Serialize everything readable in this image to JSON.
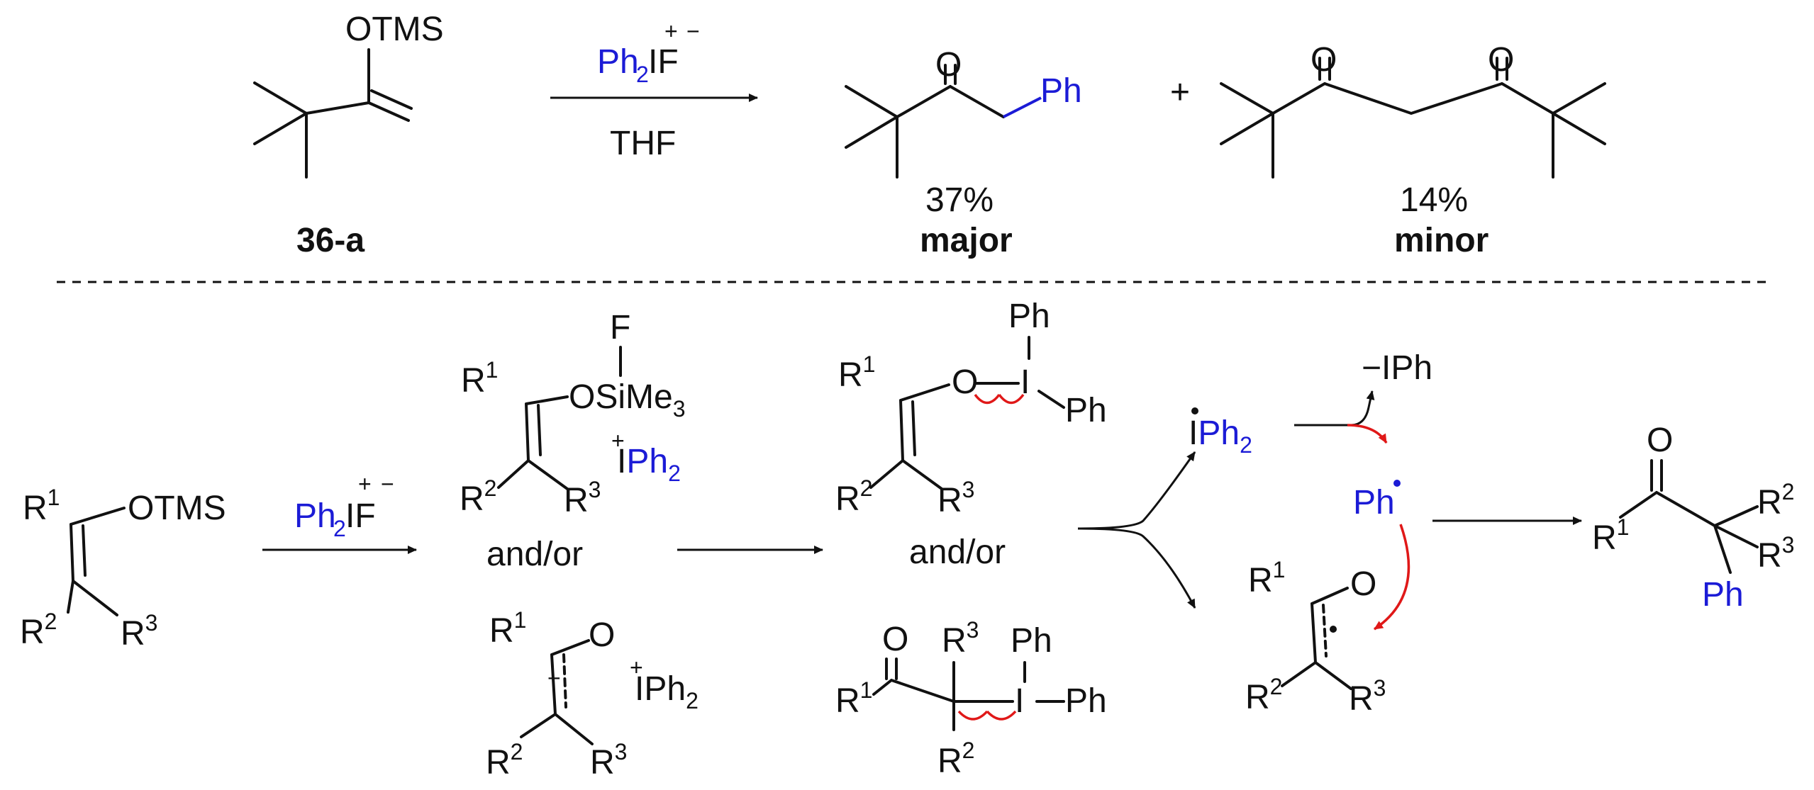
{
  "top": {
    "reactant_group": "OTMS",
    "reagent_ph2": "Ph",
    "reagent_sub2": "2",
    "reagent_if": "IF",
    "reagent_plus": "+",
    "reagent_minus": "−",
    "solvent": "THF",
    "reactant_label": "36-a",
    "major_ph": "Ph",
    "major_o": "O",
    "major_yield": "37%",
    "major_label": "major",
    "plus_sign": "+",
    "minor_o1": "O",
    "minor_o2": "O",
    "minor_yield": "14%",
    "minor_label": "minor"
  },
  "mech": {
    "start_r1": "R",
    "start_r1_sup": "1",
    "start_otms": "OTMS",
    "start_r2": "R",
    "start_r2_sup": "2",
    "start_r3": "R",
    "start_r3_sup": "3",
    "reagent_ph2": "Ph",
    "reagent_sub2": "2",
    "reagent_if": "IF",
    "reagent_plus": "+",
    "reagent_minus": "−",
    "int1_f": "F",
    "int1_osime3": "OSiMe",
    "int1_sub3": "3",
    "int1_plus": "+",
    "int1_i": "I",
    "int1_ph2": "Ph",
    "int1_sub2": "2",
    "int1_r1": "R",
    "int1_r1_sup": "1",
    "int1_r2": "R",
    "int1_r2_sup": "2",
    "int1_r3": "R",
    "int1_r3_sup": "3",
    "and_or_1": "and/or",
    "enolate_r1": "R",
    "enolate_r1_sup": "1",
    "enolate_o": "O",
    "enolate_minus": "−",
    "enolate_r2": "R",
    "enolate_r2_sup": "2",
    "enolate_r3": "R",
    "enolate_r3_sup": "3",
    "enolate_plus": "+",
    "enolate_i": "I",
    "enolate_ph2": "Ph",
    "enolate_sub2": "2",
    "int2_r1": "R",
    "int2_r1_sup": "1",
    "int2_o": "O",
    "int2_i": "I",
    "int2_ph_top": "Ph",
    "int2_ph_right": "Ph",
    "int2_r2": "R",
    "int2_r2_sup": "2",
    "int2_r3": "R",
    "int2_r3_sup": "3",
    "and_or_2": "and/or",
    "int3_o": "O",
    "int3_r1": "R",
    "int3_r1_sup": "1",
    "int3_r3": "R",
    "int3_r3_sup": "3",
    "int3_ph_top": "Ph",
    "int3_i": "I",
    "int3_ph_right": "Ph",
    "int3_r2": "R",
    "int3_r2_sup": "2",
    "rad_i": "I",
    "rad_ph2": "Ph",
    "rad_sub2": "2",
    "loss_text": "−IPh",
    "ph_radical": "Ph",
    "enrad_r1": "R",
    "enrad_r1_sup": "1",
    "enrad_o": "O",
    "enrad_r2": "R",
    "enrad_r2_sup": "2",
    "enrad_r3": "R",
    "enrad_r3_sup": "3",
    "prod_o": "O",
    "prod_r1": "R",
    "prod_r1_sup": "1",
    "prod_r2": "R",
    "prod_r2_sup": "2",
    "prod_r3": "R",
    "prod_r3_sup": "3",
    "prod_ph": "Ph"
  }
}
